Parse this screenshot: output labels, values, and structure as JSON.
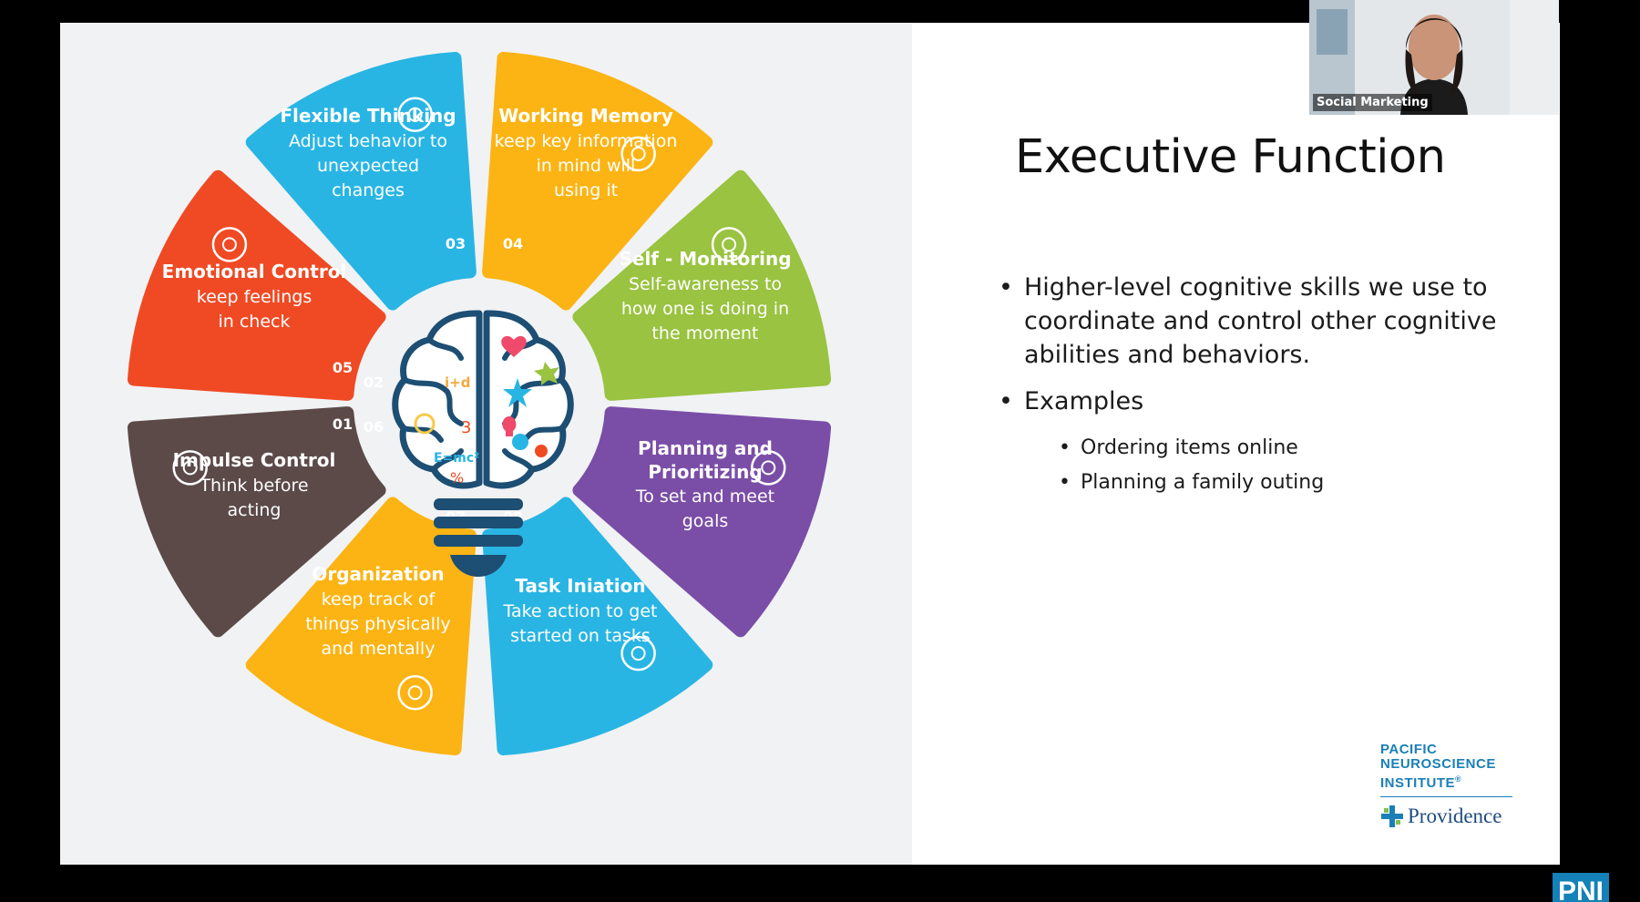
{
  "slide": {
    "title": "Executive Function",
    "bullets": [
      {
        "text": "Higher-level cognitive skills we use to coordinate and control other cognitive abilities and behaviors."
      },
      {
        "text": "Examples",
        "sub": [
          "Ordering items online",
          "Planning a family outing"
        ]
      }
    ]
  },
  "infographic": {
    "segments": [
      {
        "num": "01",
        "title": "Impulse Control",
        "desc": [
          "Think before",
          "acting"
        ],
        "color": "#5b4a48",
        "icon": "head-gear-icon"
      },
      {
        "num": "02",
        "title": "Emotional Control",
        "desc": [
          "keep feelings",
          "in check"
        ],
        "color": "#ef4a24",
        "icon": "sad-face-head-icon"
      },
      {
        "num": "03",
        "title": "Flexible Thinking",
        "desc": [
          "Adjust behavior to",
          "unexpected",
          "changes"
        ],
        "color": "#29b5e3",
        "icon": "head-magnifier-icon"
      },
      {
        "num": "04",
        "title": "Working Memory",
        "desc": [
          "keep key information",
          "in mind will",
          "using it"
        ],
        "color": "#fbb414",
        "icon": "brain-head-icon"
      },
      {
        "num": "05",
        "title": "Self - Monitoring",
        "desc": [
          "Self-awareness to",
          "how one is doing in",
          "the moment"
        ],
        "color": "#99c340",
        "icon": "monitor-person-icon"
      },
      {
        "num": "06",
        "title": "Planning and Prioritizing",
        "desc": [
          "To set and meet",
          "goals"
        ],
        "color": "#7a4ea6",
        "icon": "head-lightbulb-icon"
      },
      {
        "num": "07",
        "title": "Task Iniation",
        "desc": [
          "Take action to get",
          "started on tasks"
        ],
        "color": "#29b5e3",
        "icon": "lightbulb-brain-icon"
      },
      {
        "num": "08",
        "title": "Organization",
        "desc": [
          "keep track of",
          "things physically",
          "and mentally"
        ],
        "color": "#fbb414",
        "icon": "brain-icon"
      }
    ],
    "center_icon": "brain-lightbulb-icon",
    "brain_formulas": [
      "i+d",
      "E=mc²",
      "3",
      "%"
    ]
  },
  "logo": {
    "line1": "PACIFIC",
    "line2": "NEUROSCIENCE",
    "line3": "INSTITUTE",
    "registered": "®",
    "org": "Providence"
  },
  "webcam": {
    "label": "Social Marketing"
  },
  "corner_badge": "PNI"
}
